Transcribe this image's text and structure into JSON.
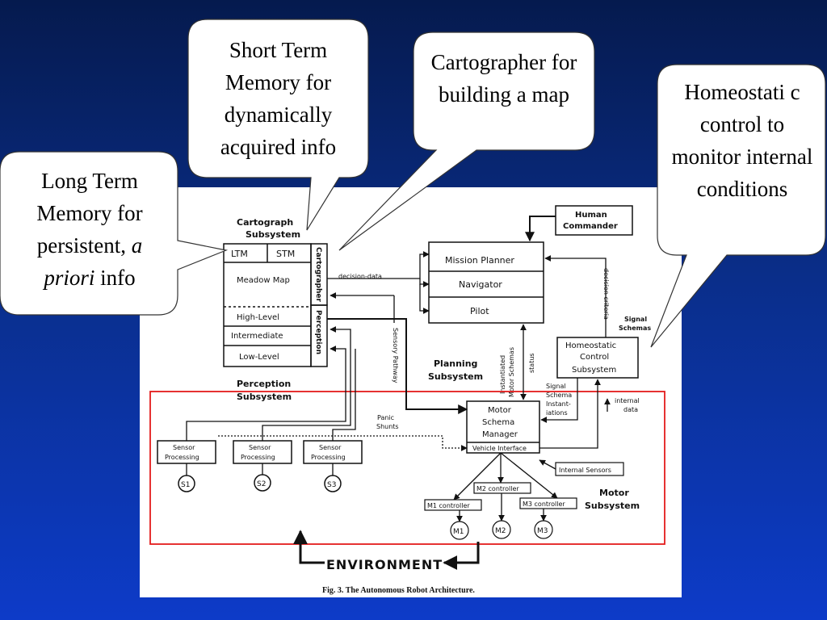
{
  "callouts": {
    "short_term": "Short Term Memory for dynamically acquired info",
    "cartographer": "Cartographer for building a map",
    "homeostatic": "Homeostati c control to monitor internal conditions",
    "long_term_line1": "Long Term",
    "long_term_line2": "Memory for",
    "long_term_line3_a": "persistent, ",
    "long_term_line3_b": "a",
    "long_term_line4_a": "priori",
    "long_term_line4_b": " info"
  },
  "figure": {
    "caption": "Fig. 3. The Autonomous Robot Architecture.",
    "cartographer_subsystem": [
      "Cartograph",
      "Subsystem"
    ],
    "ltm": "LTM",
    "stm": "STM",
    "meadow_map": "Meadow Map",
    "cartographer_vertical": "Cartographer",
    "perception_vertical": "Perception",
    "high_level": "High-Level",
    "intermediate": "Intermediate",
    "low_level": "Low-Level",
    "perception_subsystem": [
      "Perception",
      "Subsystem"
    ],
    "decision_data": "decision-data",
    "sensory_pathway": "Sensory Pathway",
    "human_commander": [
      "Human",
      "Commander"
    ],
    "mission_planner": "Mission Planner",
    "navigator": "Navigator",
    "pilot": "Pilot",
    "decision_criteria": "decision criteria",
    "signal_schemas_right": [
      "Signal",
      "Schemas"
    ],
    "planning_subsystem": [
      "Planning",
      "Subsystem"
    ],
    "instantiated_motor_schemas": [
      "Instantiated",
      "Motor Schemas"
    ],
    "status": "status",
    "homeostatic_control": [
      "Homeostatic",
      "Control",
      "Subsystem"
    ],
    "signal_schema_inst": [
      "Signal",
      "Schema",
      "Instant-",
      "iations"
    ],
    "internal_data": [
      "internal",
      "data"
    ],
    "panic_shunts": [
      "Panic",
      "Shunts"
    ],
    "motor_schema_manager": [
      "Motor",
      "Schema",
      "Manager"
    ],
    "vehicle_interface": "Vehicle Interface",
    "sensor_processing": [
      "Sensor",
      "Processing"
    ],
    "sensors": [
      "S1",
      "S2",
      "S3"
    ],
    "internal_sensors": "Internal Sensors",
    "m1_controller": "M1 controller",
    "m2_controller": "M2 controller",
    "m3_controller": "M3 controller",
    "motors": [
      "M1",
      "M2",
      "M3"
    ],
    "motor_subsystem": [
      "Motor",
      "Subsystem"
    ],
    "environment": "ENVIRONMENT"
  }
}
